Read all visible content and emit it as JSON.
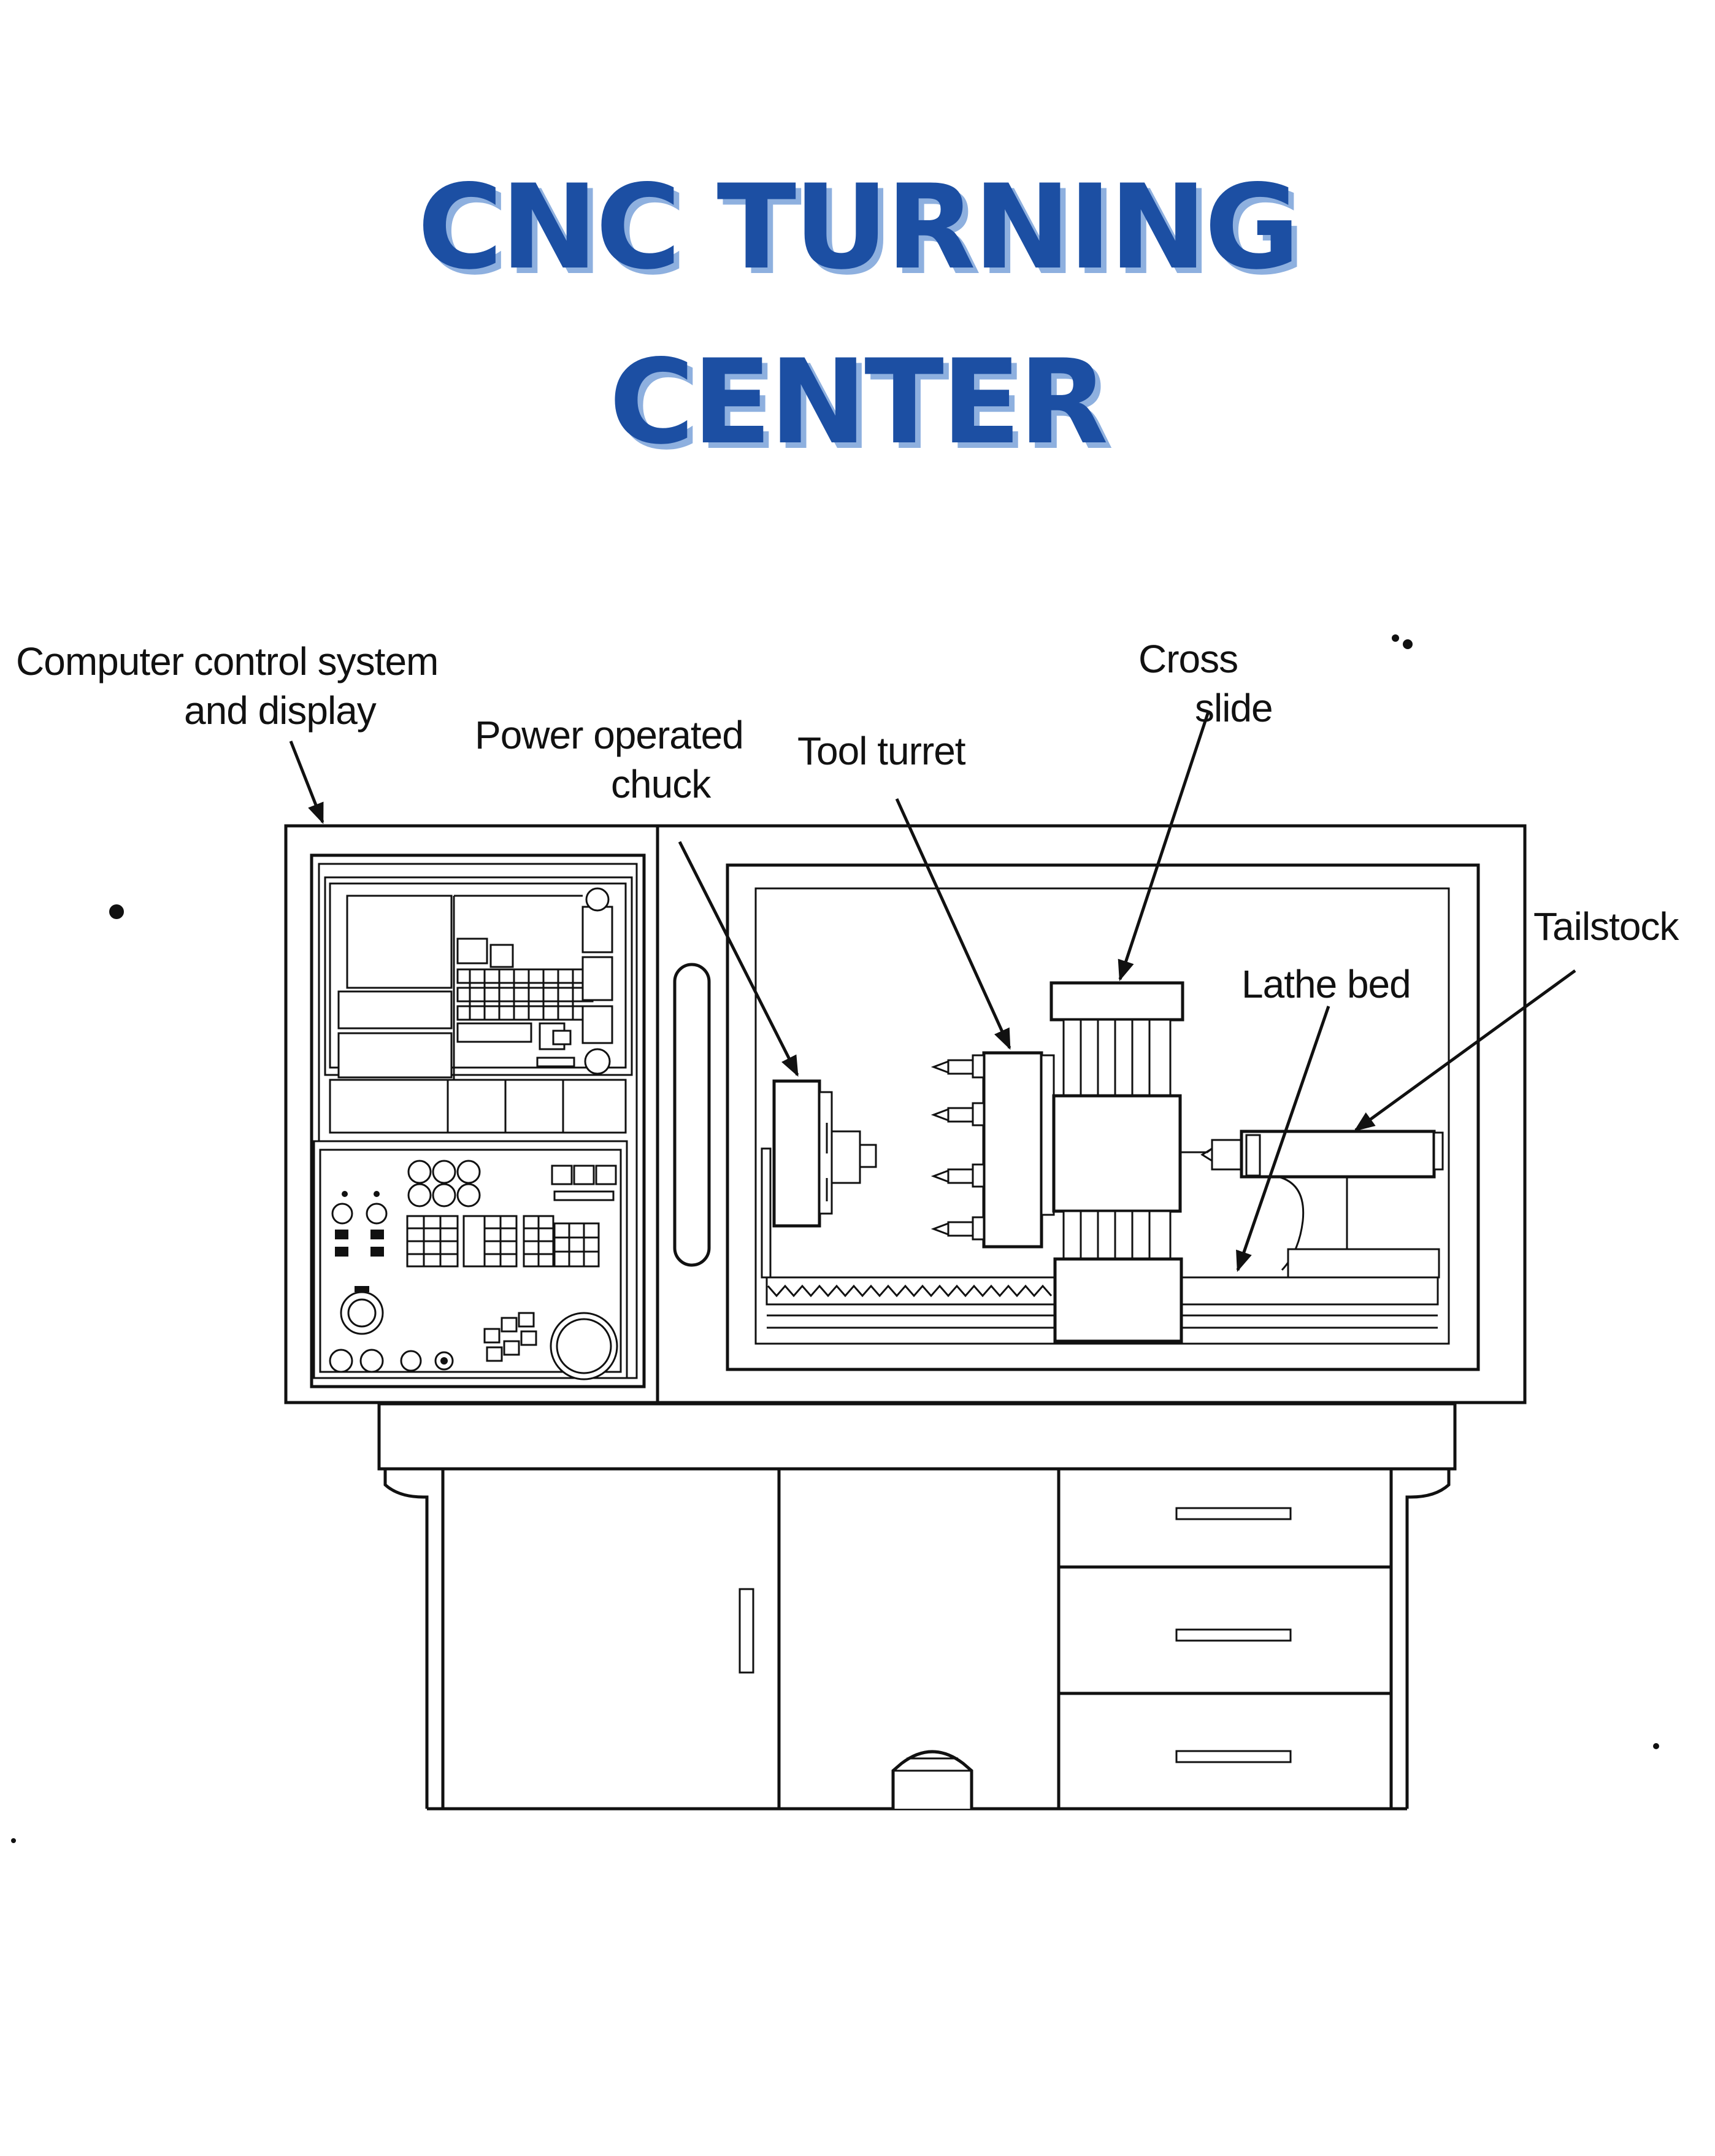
{
  "title": {
    "line1": "CNC TURNING",
    "line2": "CENTER"
  },
  "labels": {
    "computer_control_line1": "Computer control system",
    "computer_control_line2": "and display",
    "power_chuck_line1": "Power operated",
    "power_chuck_line2": "chuck",
    "tool_turret": "Tool turret",
    "cross_slide_line1": "Cross",
    "cross_slide_line2": "slide",
    "tailstock": "Tailstock",
    "lathe_bed": "Lathe bed"
  },
  "colors": {
    "title": "#1c4fa3",
    "title_shadow": "#8eb0df",
    "ink": "#111111"
  }
}
